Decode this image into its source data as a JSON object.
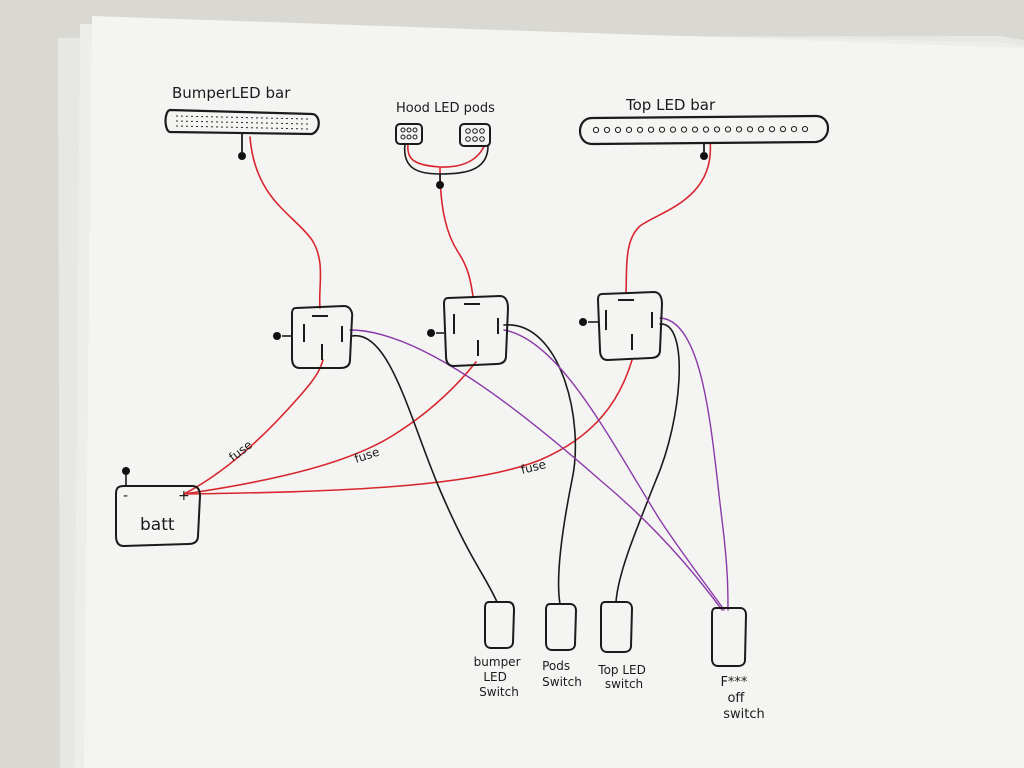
{
  "colors": {
    "power": "#d8262e",
    "trigger": "#1a1a1a",
    "kill": "#8a3aa8",
    "ink": "#1b1b1b",
    "paper": "#f4f4f2",
    "background": "#d9d8d3",
    "kill_label": "#7a2a8a"
  },
  "lights": {
    "bumper": "BumperLED bar",
    "hood": "Hood LED pods",
    "top": "Top LED bar"
  },
  "battery": {
    "label": "batt",
    "neg": "-",
    "pos": "+"
  },
  "fuses": {
    "f1": "fuse",
    "f2": "fuse",
    "f3": "fuse"
  },
  "switches": {
    "bumper": [
      "bumper",
      "LED",
      "Switch"
    ],
    "pods": [
      "Pods",
      "Switch"
    ],
    "top": [
      "Top LED",
      "switch"
    ],
    "kill": [
      "F***",
      "off",
      "switch"
    ]
  },
  "icons": {
    "relay": "relay-icon",
    "switch": "rocker-switch-icon",
    "ground": "ground-dot-icon"
  }
}
